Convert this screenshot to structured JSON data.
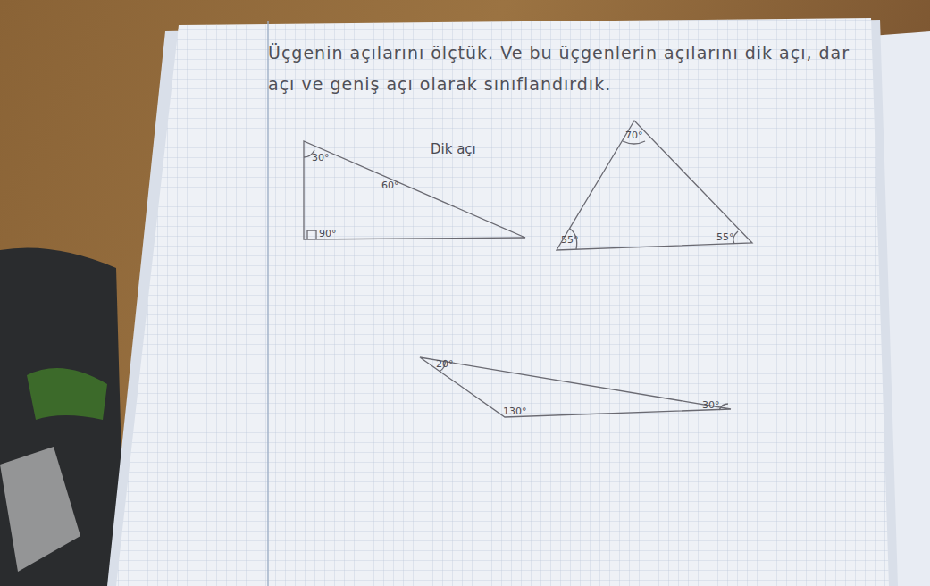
{
  "diagram": {
    "labels": [
      "Üçgenin açılarını ölçtük. Ve bu üçgenlerin açılarını dik açı, dar açı ve geniş açı olarak sınıflandırdık.",
      "Dik açı",
      "30°",
      "60°",
      "90°",
      "70°",
      "55°",
      "55°",
      "20°",
      "130°",
      "30°"
    ]
  }
}
